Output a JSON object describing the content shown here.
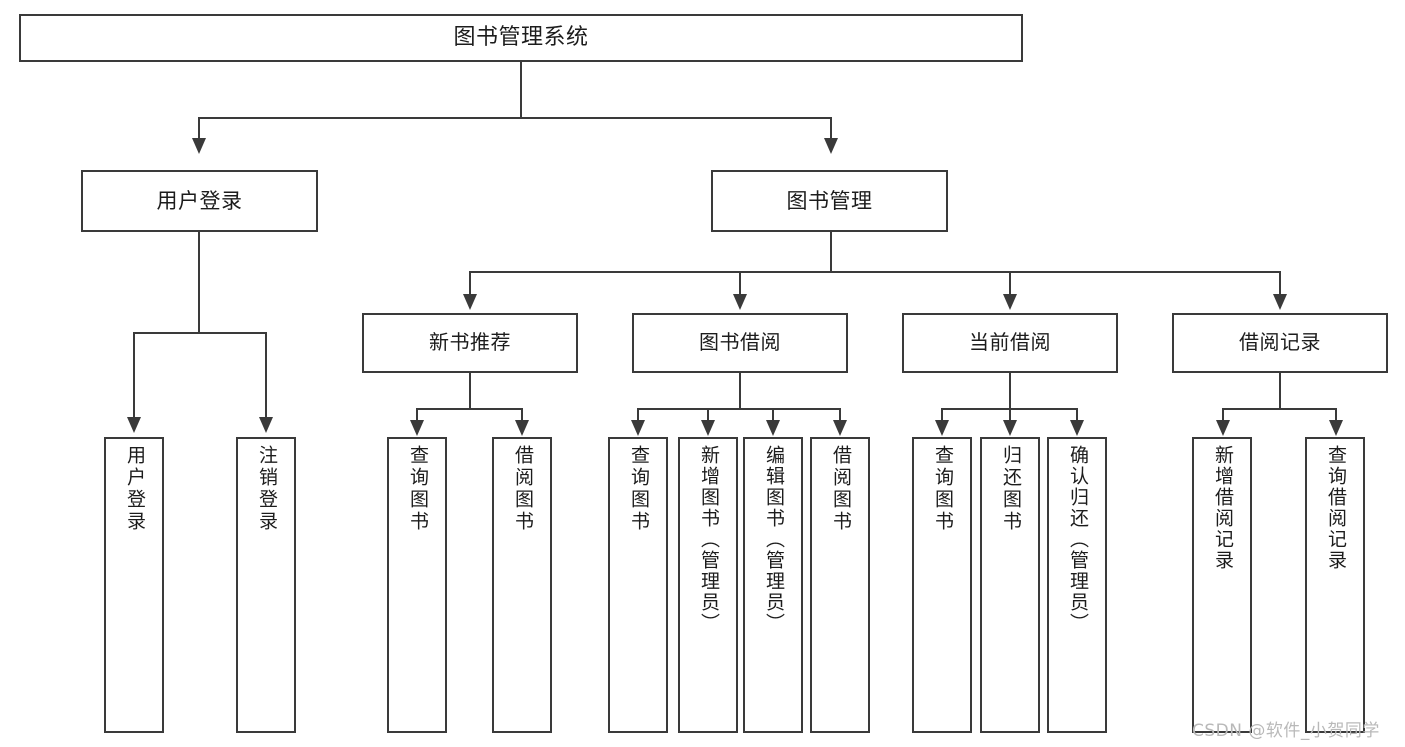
{
  "diagram": {
    "title": "图书管理系统",
    "type": "tree-hierarchy-diagram",
    "watermark": "CSDN @软件_小贺同学",
    "colors": {
      "stroke": "#3a3a3a",
      "fill": "#ffffff",
      "text": "#1c1c1c",
      "watermark": "#b9b9b9"
    }
  },
  "nodes": {
    "root": {
      "label": "图书管理系统"
    },
    "level2": [
      {
        "label": "用户登录"
      },
      {
        "label": "图书管理"
      }
    ],
    "level3": [
      {
        "label": "新书推荐"
      },
      {
        "label": "图书借阅"
      },
      {
        "label": "当前借阅"
      },
      {
        "label": "借阅记录"
      }
    ],
    "leaves": {
      "user_login": [
        {
          "label": "用户登录"
        },
        {
          "label": "注销登录"
        }
      ],
      "new_book_recommend": [
        {
          "label": "查询图书"
        },
        {
          "label": "借阅图书"
        }
      ],
      "book_borrow": [
        {
          "label": "查询图书"
        },
        {
          "label": "新增图书（管理员）"
        },
        {
          "label": "编辑图书（管理员）"
        },
        {
          "label": "借阅图书"
        }
      ],
      "current_borrow": [
        {
          "label": "查询图书"
        },
        {
          "label": "归还图书"
        },
        {
          "label": "确认归还（管理员）"
        }
      ],
      "borrow_record": [
        {
          "label": "新增借阅记录"
        },
        {
          "label": "查询借阅记录"
        }
      ]
    }
  }
}
